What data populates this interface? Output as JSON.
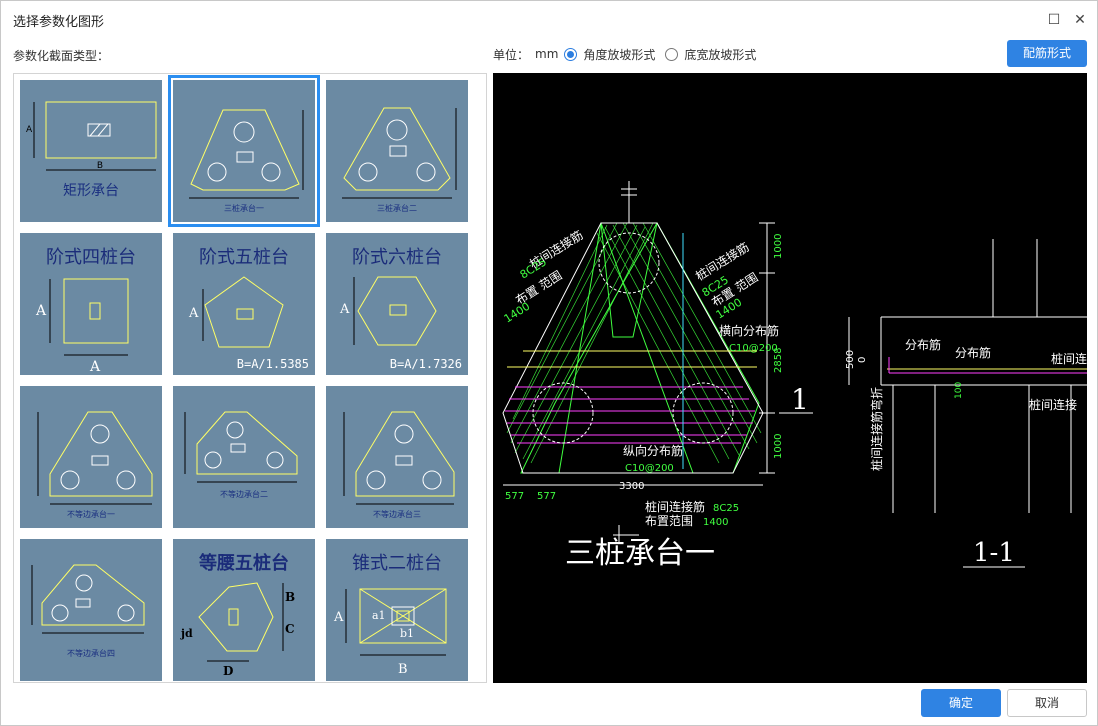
{
  "window": {
    "title": "选择参数化图形"
  },
  "controls": {
    "type_label": "参数化截面类型：",
    "unit_label": "单位：",
    "unit_value": "mm",
    "radio_angle": "角度放坡形式",
    "radio_width": "底宽放坡形式",
    "rebar_button": "配筋形式",
    "ok_button": "确定",
    "cancel_button": "取消"
  },
  "gallery": {
    "items": [
      {
        "label": "矩形承台"
      },
      {
        "label": "三桩承台一"
      },
      {
        "label": "三桩承台二"
      },
      {
        "label": "阶式四桩台"
      },
      {
        "label": "阶式五桩台",
        "note": "B=A/1.5385"
      },
      {
        "label": "阶式六桩台",
        "note": "B=A/1.7326"
      },
      {
        "label": "不等边承台一"
      },
      {
        "label": "不等边承台二"
      },
      {
        "label": "不等边承台三"
      },
      {
        "label": "不等边承台四"
      },
      {
        "label": "等腰五桩台"
      },
      {
        "label": "锥式二桩台"
      }
    ],
    "dim_letters": {
      "a": "A",
      "b": "B",
      "c": "C",
      "d": "D",
      "jd": "jd",
      "a1": "a1",
      "b1": "b1"
    }
  },
  "preview": {
    "title": "三桩承台一",
    "section_mark": "1",
    "section_title": "1-1",
    "labels": {
      "pile_link_left": "桩间连接筋",
      "pile_link_left_spec": "8C25",
      "arrange_left": "布置 范围",
      "arrange_left_val": "1400",
      "pile_link_right": "桩间连接筋",
      "pile_link_right_spec": "8C25",
      "arrange_right": "布置 范围",
      "arrange_right_val": "1400",
      "transverse": "横向分布筋",
      "transverse_spec": "C10@200",
      "longitudinal": "纵向分布筋",
      "longitudinal_spec": "C10@200",
      "bottom_link": "桩间连接筋",
      "bottom_link_spec": "8C25",
      "bottom_arrange": "布置范围",
      "bottom_arrange_val": "1400",
      "dim_1000_top": "1000",
      "dim_2858": "2858",
      "dim_1000_bot": "1000",
      "dim_577a": "577",
      "dim_577b": "577",
      "dim_3300": "3300",
      "sec_dist1": "分布筋",
      "sec_dist2": "分布筋",
      "sec_link1": "桩间连",
      "sec_link2": "桩间连接",
      "sec_bent": "桩间连接筋弯折",
      "sec_500": "500",
      "sec_0": "0",
      "sec_100": "100"
    }
  }
}
